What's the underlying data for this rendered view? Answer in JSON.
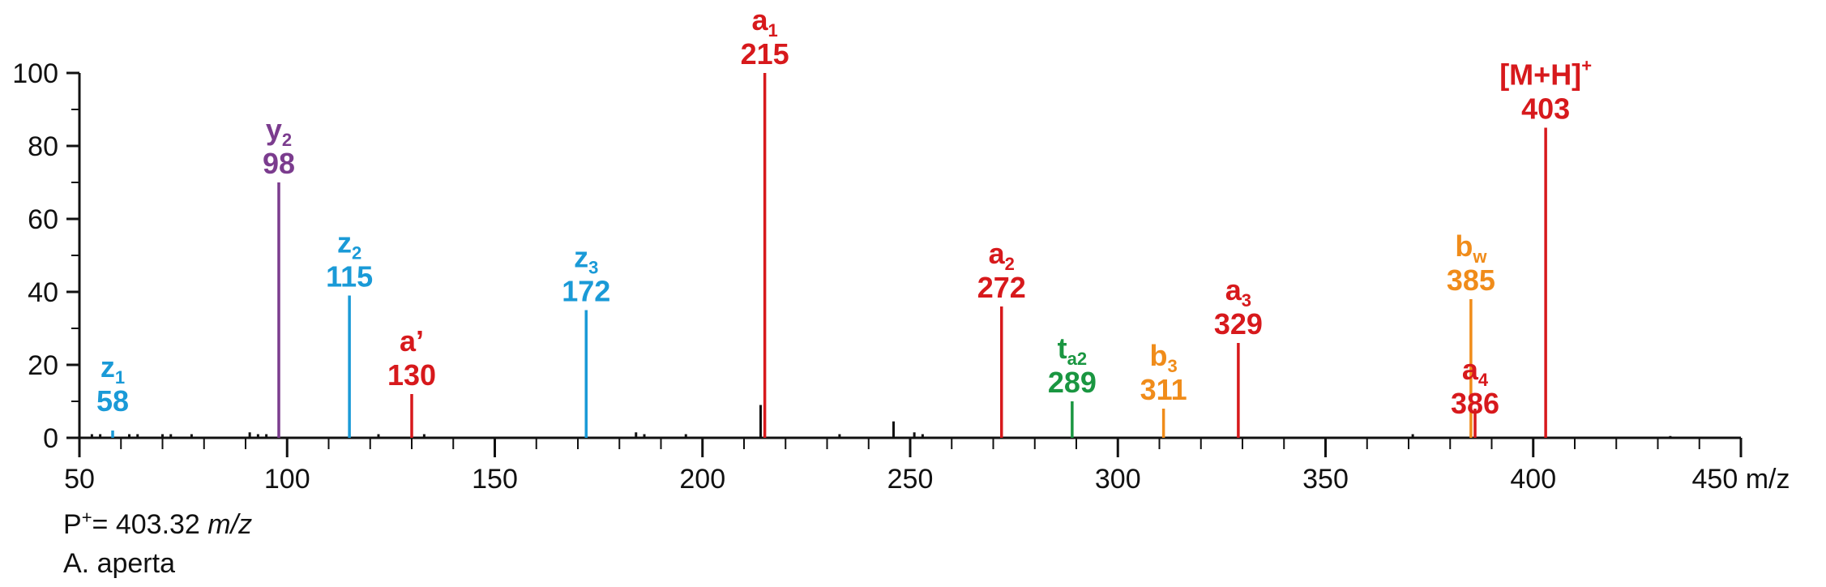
{
  "chart_data": {
    "type": "bar",
    "title": "",
    "xlabel": "m/z",
    "ylabel": "",
    "xlim": [
      50,
      450
    ],
    "ylim": [
      0,
      100
    ],
    "x_ticks": [
      50,
      100,
      150,
      200,
      250,
      300,
      350,
      400,
      450
    ],
    "y_ticks": [
      0,
      20,
      40,
      60,
      80,
      100
    ],
    "labeled_peaks": [
      {
        "ion": "z",
        "sub": "1",
        "sup": "",
        "mz": "58",
        "x": 58,
        "y": 2,
        "color": "#1a9ad7"
      },
      {
        "ion": "y",
        "sub": "2",
        "sup": "",
        "mz": "98",
        "x": 98,
        "y": 70,
        "color": "#7b3c8e"
      },
      {
        "ion": "z",
        "sub": "2",
        "sup": "",
        "mz": "115",
        "x": 115,
        "y": 39,
        "color": "#1a9ad7"
      },
      {
        "ion": "a’",
        "sub": "",
        "sup": "",
        "mz": "130",
        "x": 130,
        "y": 12,
        "color": "#d7191c"
      },
      {
        "ion": "z",
        "sub": "3",
        "sup": "",
        "mz": "172",
        "x": 172,
        "y": 35,
        "color": "#1a9ad7"
      },
      {
        "ion": "a",
        "sub": "1",
        "sup": "",
        "mz": "215",
        "x": 215,
        "y": 100,
        "color": "#d7191c"
      },
      {
        "ion": "a",
        "sub": "2",
        "sup": "",
        "mz": "272",
        "x": 272,
        "y": 36,
        "color": "#d7191c"
      },
      {
        "ion": "t",
        "sub": "a2",
        "sup": "",
        "mz": "289",
        "x": 289,
        "y": 10,
        "color": "#1a9641"
      },
      {
        "ion": "b",
        "sub": "3",
        "sup": "",
        "mz": "311",
        "x": 311,
        "y": 8,
        "color": "#f08c1a"
      },
      {
        "ion": "a",
        "sub": "3",
        "sup": "",
        "mz": "329",
        "x": 329,
        "y": 26,
        "color": "#d7191c"
      },
      {
        "ion": "b",
        "sub": "w",
        "sup": "",
        "mz": "385",
        "x": 385,
        "y": 38,
        "color": "#f08c1a"
      },
      {
        "ion": "a",
        "sub": "4",
        "sup": "",
        "mz": "386",
        "x": 386,
        "y": 8,
        "color": "#d7191c"
      },
      {
        "ion": "[M+H]",
        "sub": "",
        "sup": "+",
        "mz": "403",
        "x": 403,
        "y": 85,
        "color": "#d7191c"
      }
    ],
    "minor_peaks": [
      {
        "x": 53,
        "y": 1
      },
      {
        "x": 55,
        "y": 1
      },
      {
        "x": 62,
        "y": 1
      },
      {
        "x": 64,
        "y": 1
      },
      {
        "x": 70,
        "y": 1
      },
      {
        "x": 72,
        "y": 1
      },
      {
        "x": 77,
        "y": 1
      },
      {
        "x": 91,
        "y": 1.5
      },
      {
        "x": 93,
        "y": 1
      },
      {
        "x": 95,
        "y": 1
      },
      {
        "x": 122,
        "y": 1
      },
      {
        "x": 133,
        "y": 1
      },
      {
        "x": 184,
        "y": 1.5
      },
      {
        "x": 186,
        "y": 1
      },
      {
        "x": 196,
        "y": 1
      },
      {
        "x": 214,
        "y": 9
      },
      {
        "x": 233,
        "y": 1
      },
      {
        "x": 246,
        "y": 4.5
      },
      {
        "x": 251,
        "y": 1.5
      },
      {
        "x": 253,
        "y": 1
      },
      {
        "x": 371,
        "y": 1
      },
      {
        "x": 433,
        "y": 0.5
      }
    ],
    "minor_color": "#111111"
  },
  "captions": {
    "formula_prefix": "P",
    "formula_sup": "+",
    "formula_value": "= 403.32 ",
    "formula_unit": "m/z",
    "species": "A. aperta"
  }
}
